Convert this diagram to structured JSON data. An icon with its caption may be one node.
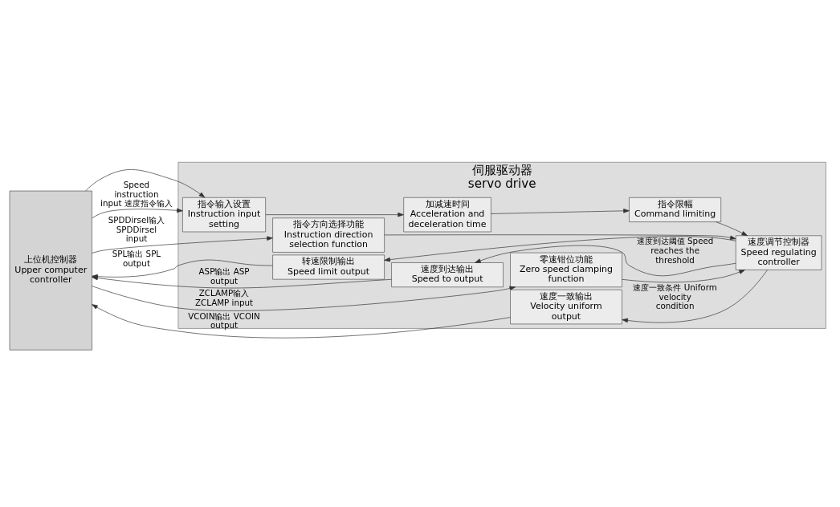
{
  "diagram": {
    "nodes": [
      {
        "text": [
          "上位机控制器",
          "Upper computer controller"
        ]
      },
      {
        "text": [
          "伺服驱动器",
          "servo drive"
        ]
      },
      {
        "text": [
          "指令输入设置",
          "Instruction input setting"
        ],
        "in": 1
      },
      {
        "text": [
          "加减速时间",
          "Acceleration and deceleration time"
        ],
        "in": 1
      },
      {
        "text": [
          "指令限幅",
          "Command limiting"
        ],
        "in": 1
      },
      {
        "text": [
          "速度调节控制器",
          "Speed regulating controller"
        ],
        "in": 1
      },
      {
        "text": [
          "指令方向选择功能",
          "Instruction direction selection function"
        ],
        "in": 1
      },
      {
        "text": [
          "零速钳位功能",
          "Zero speed clamping function"
        ],
        "in": 1
      },
      {
        "text": [
          "转速限制输出",
          "Speed limit output"
        ],
        "in": 1
      },
      {
        "text": [
          "速度到达输出",
          "Speed to output"
        ],
        "in": 1
      },
      {
        "text": [
          "速度一致输出",
          "Velocity uniform output"
        ],
        "in": 1
      }
    ],
    "edges": [
      {
        "from": 0,
        "to": 2,
        "arrow": "to",
        "label": "Speed instruction input 速度指令输入"
      },
      {
        "from": 0,
        "to": 2,
        "arrow": "to"
      },
      {
        "from": 2,
        "to": 3,
        "arrow": "to"
      },
      {
        "from": 3,
        "to": 4,
        "arrow": "to"
      },
      {
        "from": 4,
        "to": 5,
        "arrow": "to"
      },
      {
        "from": 0,
        "to": 6,
        "arrow": "to",
        "label": "SPDDirsel输入 SPDDirsel input"
      },
      {
        "from": 6,
        "to": 5,
        "arrow": "to"
      },
      {
        "from": 0,
        "to": 7,
        "arrow": "to",
        "label": "ZCLAMP输入 ZCLAMP input"
      },
      {
        "from": 7,
        "to": 5,
        "arrow": "to"
      },
      {
        "from": 5,
        "to": 8,
        "arrow": "to"
      },
      {
        "from": 8,
        "to": 0,
        "arrow": "to",
        "label": "SPL输出 SPL output"
      },
      {
        "from": 5,
        "to": 9,
        "arrow": "to",
        "label": "速度到达阈值 Speed reaches the threshold"
      },
      {
        "from": 9,
        "to": 0,
        "arrow": "to",
        "label": "ASP输出 ASP output"
      },
      {
        "from": 5,
        "to": 10,
        "arrow": "to",
        "label": "速度一致条件 Uniform velocity condition"
      },
      {
        "from": 10,
        "to": 0,
        "arrow": "to",
        "label": "VCOIN输出 VCOIN output"
      }
    ]
  }
}
